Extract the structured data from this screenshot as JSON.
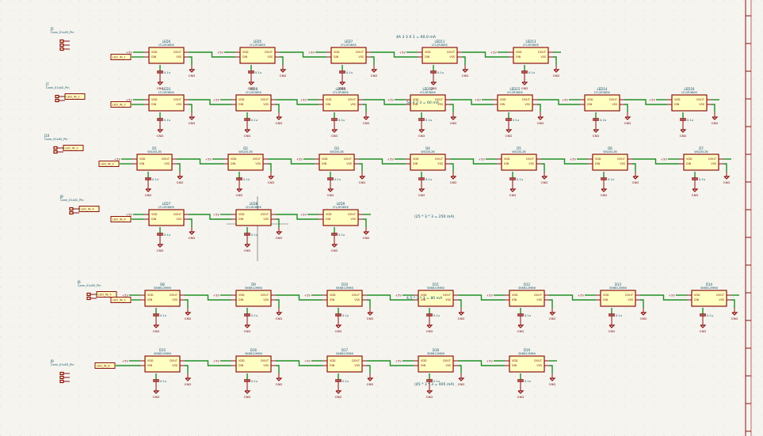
{
  "schematic": {
    "title": "",
    "notes": [
      {
        "text": "4A 3 3 X 1 = 60.0 mA"
      },
      {
        "text": "5A 4 3 3 = 60 mA"
      },
      {
        "text": "(25 * 3 * 3 = 250 mA)"
      },
      {
        "text": "4.5 * 3 * 3 = 80 mA"
      },
      {
        "text": "(45 * 3 * 3 = 405 mA)"
      }
    ],
    "connectors": [
      {
        "ref": "J5",
        "value": "Conn_01x03_Pin",
        "label": ""
      },
      {
        "ref": "J7",
        "value": "Conn_01x02_Pin",
        "label": "LED_IN_2"
      },
      {
        "ref": "J10",
        "value": "Conn_01x02_Pin",
        "label": "LED_IN_3"
      },
      {
        "ref": "J8",
        "value": "Conn_01x02_Pin",
        "label": "LED_IN_4"
      },
      {
        "ref": "J6",
        "value": "Conn_01x02_Pin",
        "label": "LED_IN_5"
      },
      {
        "ref": "J9",
        "value": "Conn_01x03_Pin",
        "label": ""
      }
    ],
    "rows": [
      {
        "nets": [
          "LED_IN_1",
          "+5V",
          "+5V",
          "+5V",
          "+5V",
          "+5V"
        ],
        "parts": [
          {
            "ref": "LED4",
            "value": "LTL2R3KEK"
          },
          {
            "ref": "LED5",
            "value": "LTL2R3KEK"
          },
          {
            "ref": "LED7",
            "value": "LTL2R3KEK"
          },
          {
            "ref": "LED11",
            "value": "LTL2R3KEK"
          },
          {
            "ref": "LED13",
            "value": "LTL2R3KEK"
          }
        ]
      },
      {
        "nets": [
          "LED_IN_2",
          "+5V",
          "+5V",
          "+5V",
          "+5V",
          "+5V",
          "+5V"
        ],
        "parts": [
          {
            "ref": "LED3",
            "value": "LTL2R3KEK"
          },
          {
            "ref": "LED8",
            "value": "LTL2R3KEK"
          },
          {
            "ref": "LED10",
            "value": "LTL2R3KEK"
          },
          {
            "ref": "LED12",
            "value": "LTL2R3KEK"
          },
          {
            "ref": "LED15",
            "value": "LTL2R3KEK"
          },
          {
            "ref": "LED14",
            "value": "LTL2R3KEK"
          },
          {
            "ref": "LED16",
            "value": "LTL2R3KEK"
          }
        ]
      },
      {
        "nets": [
          "LED_IN_3",
          "+5V",
          "+5V",
          "+5V",
          "+5V",
          "+5V",
          "+5V",
          "+5V"
        ],
        "parts": [
          {
            "ref": "D1",
            "value": "WS2812B"
          },
          {
            "ref": "D2",
            "value": "WS2812B"
          },
          {
            "ref": "D3",
            "value": "WS2812B"
          },
          {
            "ref": "D4",
            "value": "WS2812B"
          },
          {
            "ref": "D5",
            "value": "WS2812B"
          },
          {
            "ref": "D6",
            "value": "WS2812B"
          },
          {
            "ref": "D7",
            "value": "WS2812B"
          }
        ]
      },
      {
        "nets": [
          "LED_IN_4",
          "+5V",
          "+5V",
          "+5V"
        ],
        "parts": [
          {
            "ref": "LED7",
            "value": "LTL2R3KEK"
          },
          {
            "ref": "LED8",
            "value": "LTL2R3KEK"
          },
          {
            "ref": "LED9",
            "value": "LTL2R3KEK"
          }
        ]
      },
      {
        "nets": [
          "LED_IN_5",
          "+5V",
          "+5V",
          "+5V",
          "+5V",
          "+5V",
          "+5V",
          "+5V"
        ],
        "parts": [
          {
            "ref": "D8",
            "value": "SK6812MINI"
          },
          {
            "ref": "D9",
            "value": "SK6812MINI"
          },
          {
            "ref": "D10",
            "value": "SK6812MINI"
          },
          {
            "ref": "D11",
            "value": "SK6812MINI"
          },
          {
            "ref": "D12",
            "value": "SK6812MINI"
          },
          {
            "ref": "D13",
            "value": "SK6812MINI"
          },
          {
            "ref": "D14",
            "value": "SK6812MINI"
          }
        ]
      },
      {
        "nets": [
          "LED_IN_6",
          "+5V",
          "+5V"
        ],
        "parts": [
          {
            "ref": "D15",
            "value": "SK6812MINI"
          },
          {
            "ref": "D16",
            "value": "SK6812MINI"
          },
          {
            "ref": "D17",
            "value": "SK6812MINI"
          },
          {
            "ref": "D18",
            "value": "SK6812MINI"
          },
          {
            "ref": "D19",
            "value": "SK6812MINI"
          }
        ]
      }
    ],
    "pin_labels": {
      "vdd": "VDD",
      "din": "DIN",
      "dout": "DOUT",
      "vss": "VSS"
    },
    "power": {
      "gnd": "GND",
      "vcc": "+5V"
    },
    "capacitor_value": "0.1u"
  }
}
